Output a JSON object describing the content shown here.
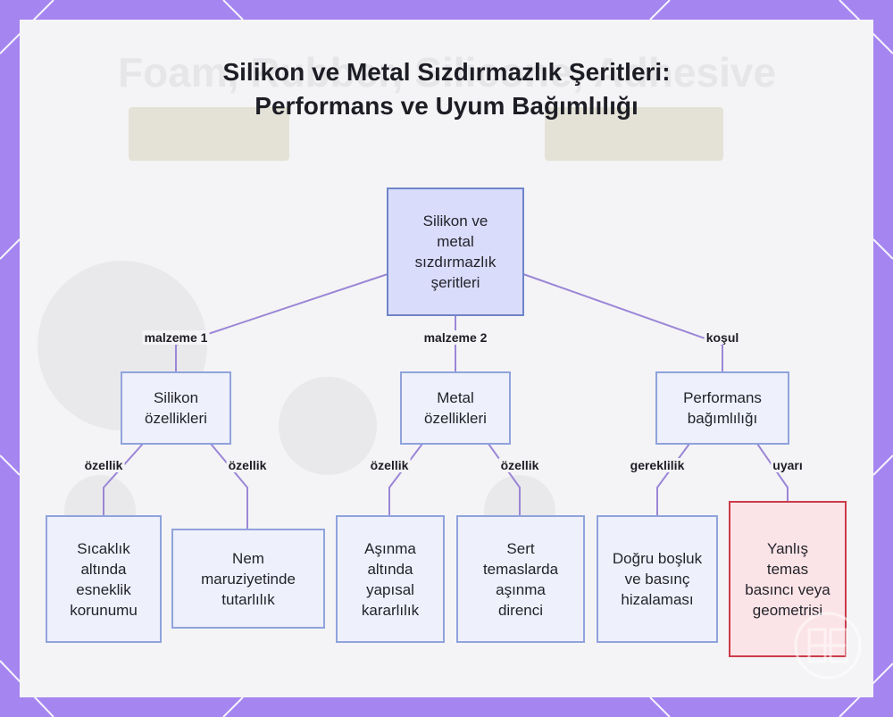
{
  "title": "Silikon ve Metal Sızdırmazlık Şeritleri: Performans ve Uyum Bağımlılığı",
  "background_text": "Foam, Rubber, Silicone, Adhesive",
  "colors": {
    "frame": "#a585f0",
    "edge": "#9b86d6",
    "node_border": "#8fa3dc",
    "root_fill": "#d9dcfa",
    "warning_border": "#cc3b4a",
    "warning_fill": "#fbe4e7"
  },
  "nodes": {
    "root": "Silikon ve metal sızdırmazlık şeritleri",
    "silicone": "Silikon özellikleri",
    "metal": "Metal özellikleri",
    "performance": "Performans bağımlılığı",
    "flex": "Sıcaklık altında esneklik korunumu",
    "exposure": "Nem maruziyetinde tutarlılık",
    "wear_stability": "Aşınma altında yapısal kararlılık",
    "wear_resistance": "Sert temaslarda aşınma direnci",
    "alignment": "Doğru boşluk ve basınç hizalaması",
    "wrong_contact": "Yanlış temas basıncı veya geometrisi"
  },
  "edge_labels": {
    "material1": "malzeme 1",
    "material2": "malzeme 2",
    "condition": "koşul",
    "prop1": "özellik",
    "prop2": "özellik",
    "prop3": "özellik",
    "prop4": "özellik",
    "requirement": "gereklilik",
    "warning": "uyarı"
  }
}
